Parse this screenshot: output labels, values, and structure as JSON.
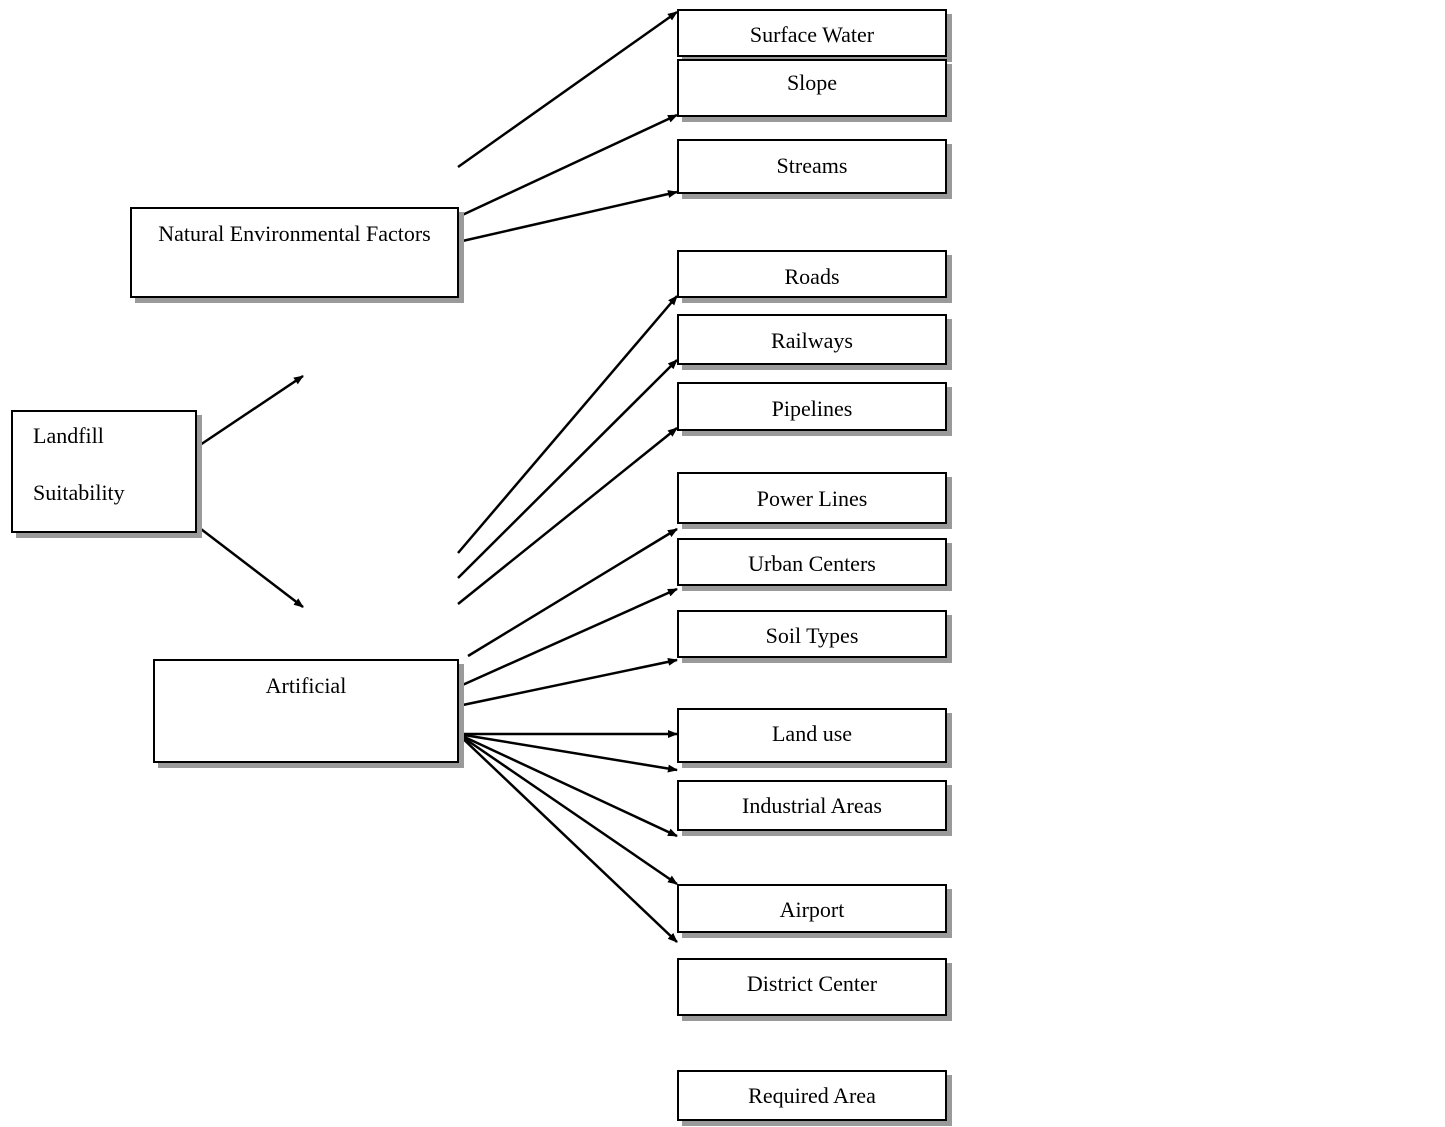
{
  "diagram": {
    "root": {
      "line1": "Landfill",
      "line2": "Suitability"
    },
    "groups": {
      "natural": "Natural Environmental Factors",
      "artificial": "Artificial"
    },
    "factors": [
      "Surface Water",
      "Slope",
      "Streams",
      "Roads",
      "Railways",
      "Pipelines",
      "Power Lines",
      "Urban Centers",
      "Soil Types",
      "Land use",
      "Industrial Areas",
      "Airport",
      "District Center",
      "Required Area"
    ]
  },
  "colors": {
    "line": "#000000",
    "shadow": "#9a9a9a",
    "background": "#ffffff"
  }
}
